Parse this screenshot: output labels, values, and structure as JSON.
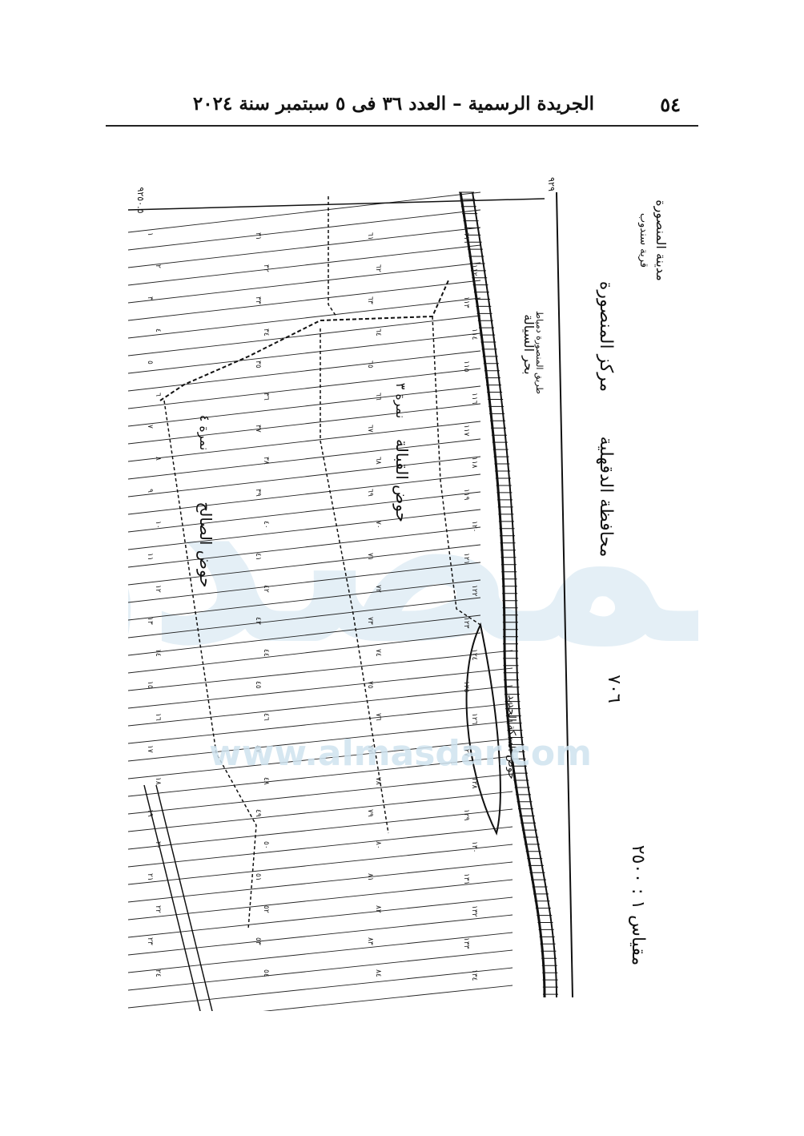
{
  "header": {
    "page_number": "٥٤",
    "title": "الجريدة الرسمية – العدد ٣٦ فى ٥ سبتمبر سنة ٢٠٢٤"
  },
  "map": {
    "governorate": "محافظة الدقهلية",
    "center": "مركز المنصورة",
    "city": "مدينة المنصورة",
    "village_note": "قرية سندوب",
    "sheet_number": "٧٠٦",
    "scale": "مقياس ١ : ٢٥٠٠",
    "basin_south": "حوض الصالح",
    "basin_north": "حوض القبالة",
    "basin_south_no": "نمرة ٤",
    "basin_north_no": "نمرة ٣",
    "road_label": "بحر السيالة",
    "canal_label": "طريق المنصورة دمياط",
    "railway_label": "حوض السكة الحديد",
    "grid_top": "٩٢٩",
    "grid_left": "٩٢٥٠.٥",
    "parcels_row_a": [
      "١",
      "٢",
      "٣",
      "٤",
      "٥",
      "٦",
      "٧",
      "٨",
      "٩",
      "١٠",
      "١١",
      "١٢",
      "١٣",
      "١٤",
      "١٥",
      "١٦",
      "١٧",
      "١٨",
      "١٩",
      "٢٠",
      "٢١",
      "٢٢",
      "٢٣",
      "٢٤"
    ],
    "parcels_row_b": [
      "٣١",
      "٣٢",
      "٣٣",
      "٣٤",
      "٣٥",
      "٣٦",
      "٣٧",
      "٣٨",
      "٣٩",
      "٤٠",
      "٤١",
      "٤٢",
      "٤٣",
      "٤٤",
      "٤٥",
      "٤٦",
      "٤٧",
      "٤٨",
      "٤٩",
      "٥٠",
      "٥١",
      "٥٢",
      "٥٣",
      "٥٤"
    ],
    "parcels_row_c": [
      "٦١",
      "٦٢",
      "٦٣",
      "٦٤",
      "٦٥",
      "٦٦",
      "٦٧",
      "٦٨",
      "٦٩",
      "٧٠",
      "٧١",
      "٧٢",
      "٧٣",
      "٧٤",
      "٧٥",
      "٧٦",
      "٧٧",
      "٧٨",
      "٧٩",
      "٨٠",
      "٨١",
      "٨٢",
      "٨٣",
      "٨٤"
    ],
    "parcels_row_d": [
      "١١١",
      "١١٢",
      "١١٣",
      "١١٤",
      "١١٥",
      "١١٦",
      "١١٧",
      "١١٨",
      "١١٩",
      "١٢٠",
      "١٢١",
      "١٢٢",
      "١٢٣",
      "١٢٤",
      "١٢٥",
      "١٢٦",
      "١٢٧",
      "١٢٨",
      "١٢٩",
      "١٣٠",
      "١٣١",
      "١٣٢",
      "١٣٣",
      "١٣٤"
    ]
  },
  "watermark": {
    "brand": "المصدر",
    "url": "www.almasdar.com",
    "color": "#cfe3ef"
  }
}
